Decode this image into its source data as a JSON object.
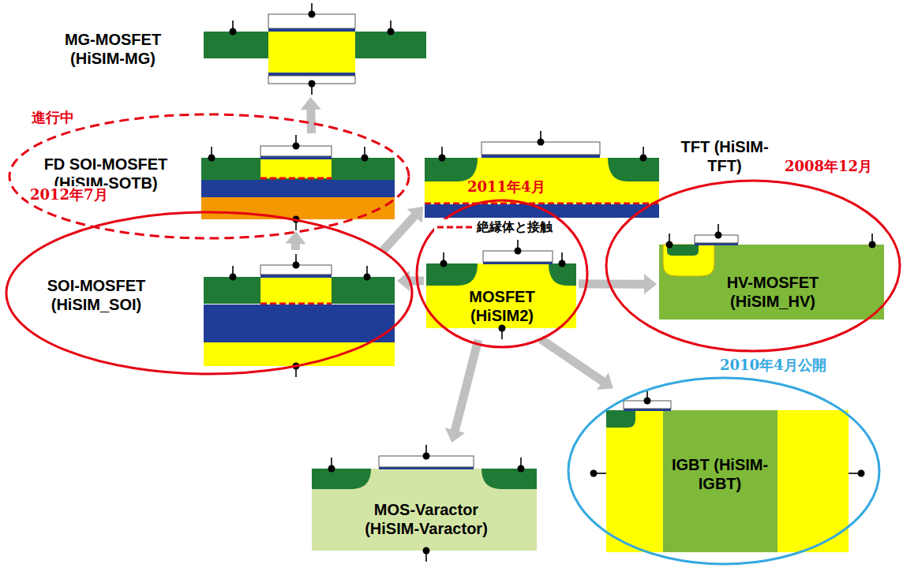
{
  "diagram": {
    "nodes": [
      {
        "text": [
          "MG-MOSFET (HiSIM-MG)"
        ]
      },
      {
        "text": [
          "進行中"
        ]
      },
      {
        "text": [
          "FD SOI-MOSFET (HiSIM-SOTB)"
        ],
        "in": 1
      },
      {
        "text": [
          "TFT (HiSIM-TFT)"
        ]
      },
      {
        "text": [
          "2012年7月"
        ]
      },
      {
        "text": [
          "SOI-MOSFET (HiSIM_SOI)"
        ],
        "in": 4
      },
      {
        "text": [
          "2011年4月"
        ]
      },
      {
        "text": [
          "MOSFET (HiSIM2)"
        ],
        "in": 6
      },
      {
        "text": [
          "2008年12月"
        ]
      },
      {
        "text": [
          "HV-MOSFET (HiSIM_HV)"
        ],
        "in": 8
      },
      {
        "text": [
          "MOS-Varactor (HiSIM-Varactor)"
        ]
      },
      {
        "text": [
          "2010年4月公開"
        ]
      },
      {
        "text": [
          "IGBT (HiSIM-IGBT)"
        ],
        "in": 11
      }
    ],
    "edges": [
      {
        "from": 2,
        "to": 0,
        "arrow": "to"
      },
      {
        "from": 5,
        "to": 2,
        "arrow": "to"
      },
      {
        "from": 5,
        "to": 3,
        "arrow": "to"
      },
      {
        "from": 7,
        "to": 5,
        "arrow": "to"
      },
      {
        "from": 7,
        "to": 9,
        "arrow": "to"
      },
      {
        "from": 7,
        "to": 10,
        "arrow": "to"
      },
      {
        "from": 7,
        "to": 12,
        "arrow": "to"
      }
    ],
    "legend": [
      {
        "text": "絶縁体と接触"
      }
    ]
  }
}
